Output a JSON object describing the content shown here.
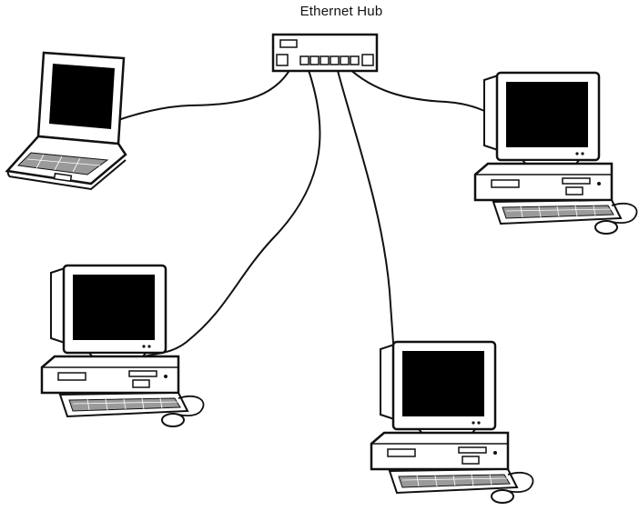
{
  "hub": {
    "label": "Ethernet Hub"
  },
  "devices": [
    {
      "id": "laptop",
      "type": "laptop"
    },
    {
      "id": "desktop-1",
      "type": "desktop"
    },
    {
      "id": "desktop-2",
      "type": "desktop"
    },
    {
      "id": "desktop-3",
      "type": "desktop"
    }
  ],
  "colors": {
    "line": "#111111",
    "screen": "#000000",
    "body": "#ffffff"
  }
}
